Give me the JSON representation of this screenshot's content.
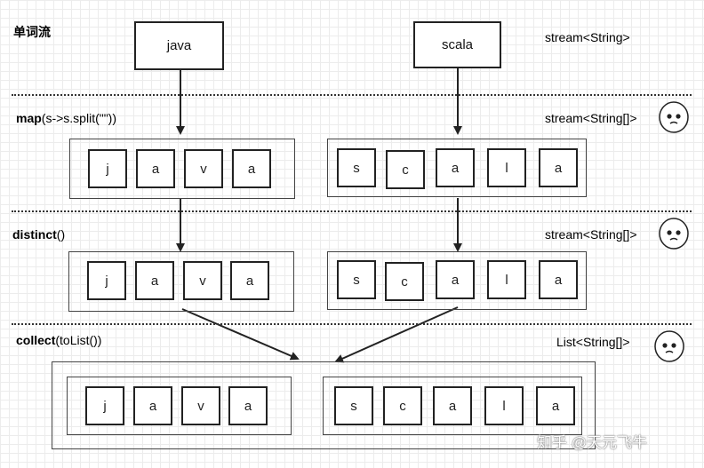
{
  "section_word_stream": {
    "label": "单词流",
    "type": "stream<String>"
  },
  "section_map": {
    "label_bold": "map",
    "label_rest": "(s->s.split(\"\"))",
    "type": "stream<String[]>"
  },
  "section_distinct": {
    "label_bold": "distinct",
    "label_rest": "()",
    "type": "stream<String[]>"
  },
  "section_collect": {
    "label_bold": "collect",
    "label_rest": "(toList())",
    "type": "List<String[]>"
  },
  "words": [
    "java",
    "scala"
  ],
  "letters_java": [
    "j",
    "a",
    "v",
    "a"
  ],
  "letters_scala": [
    "s",
    "c",
    "a",
    "l",
    "a"
  ],
  "icons": {
    "face": "sad-face-icon"
  },
  "watermark": "知乎 @天元飞牛"
}
